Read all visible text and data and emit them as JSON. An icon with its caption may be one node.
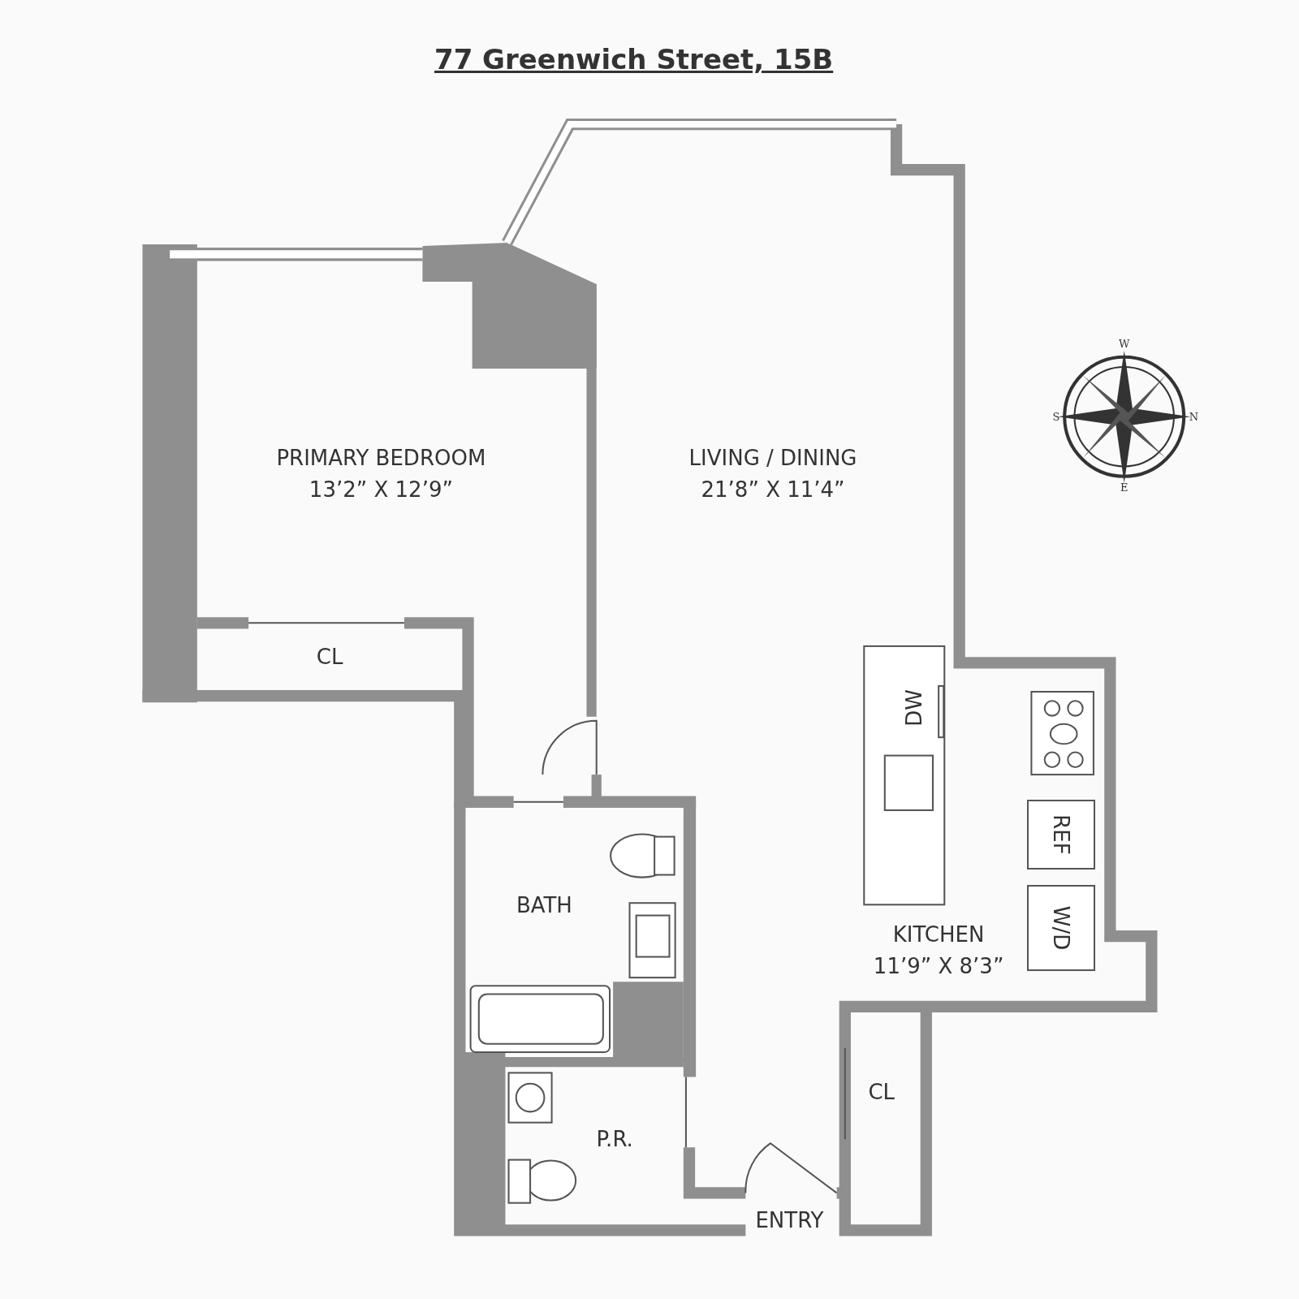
{
  "diagram": {
    "title": "77 Greenwich Street, 15B",
    "nodes": [
      {
        "text": [
          "PRIMARY BEDROOM",
          "13’2” X 12’9”"
        ]
      },
      {
        "text": [
          "CL"
        ]
      },
      {
        "text": [
          "LIVING / DINING",
          "21’8” X 11’4”"
        ]
      },
      {
        "text": [
          "DW"
        ]
      },
      {
        "text": [
          "REF"
        ]
      },
      {
        "text": [
          "W/D"
        ]
      },
      {
        "text": [
          "KITCHEN",
          "11’9” X 8’3”"
        ]
      },
      {
        "text": [
          "BATH"
        ]
      },
      {
        "text": [
          "P.R."
        ]
      },
      {
        "text": [
          "CL"
        ]
      }
    ],
    "labels": [
      "ENTRY",
      "W",
      "S",
      "N",
      "E"
    ]
  }
}
